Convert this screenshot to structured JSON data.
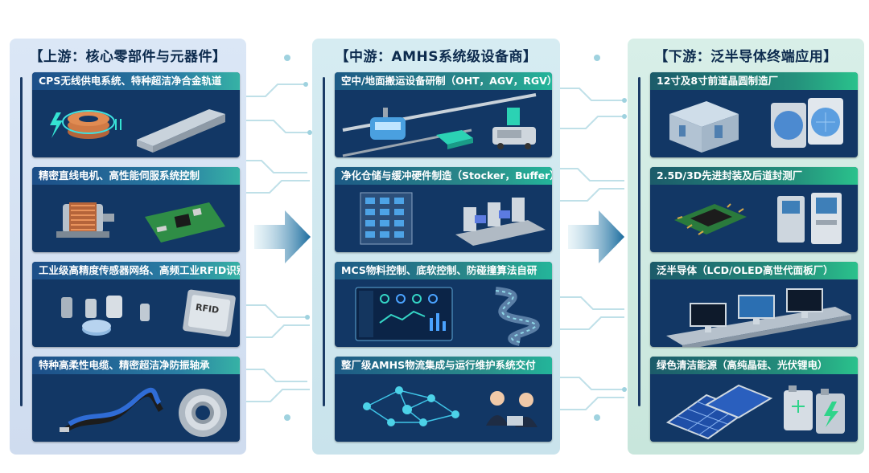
{
  "upstream": {
    "title": "【上游：核心零部件与元器件】",
    "cards": [
      {
        "label": "CPS无线供电系统、特种超洁净合金轨道"
      },
      {
        "label": "精密直线电机、高性能伺服系统控制"
      },
      {
        "label": "工业级高精度传感器网络、高频工业RFID识别",
        "chip_text": "RFID"
      },
      {
        "label": "特种高柔性电缆、精密超洁净防振轴承"
      }
    ]
  },
  "midstream": {
    "title": "【中游：AMHS系统级设备商】",
    "cards": [
      {
        "label": "空中/地面搬运设备研制（OHT，AGV，RGV）"
      },
      {
        "label": "净化仓储与缓冲硬件制造（Stocker，Buffer）"
      },
      {
        "label": "MCS物料控制、底软控制、防碰撞算法自研"
      },
      {
        "label": "整厂级AMHS物流集成与运行维护系统交付"
      }
    ]
  },
  "downstream": {
    "title": "【下游：泛半导体终端应用】",
    "cards": [
      {
        "label": "12寸及8寸前道晶圆制造厂"
      },
      {
        "label": "2.5D/3D先进封装及后道封测厂"
      },
      {
        "label": "泛半导体（LCD/OLED高世代面板厂）"
      },
      {
        "label": "绿色清洁能源（高纯晶硅、光伏锂电）"
      }
    ]
  },
  "colors": {
    "card_bg": "#123765",
    "accent_teal": "#2ab3a0",
    "arrow": "#1d6fa0",
    "circuit": "#b9dbe4"
  }
}
